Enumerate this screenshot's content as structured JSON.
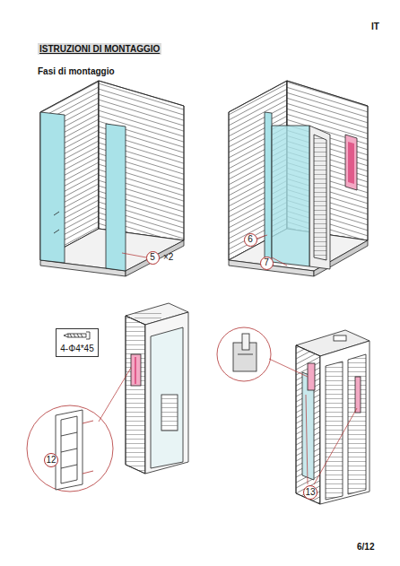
{
  "diagram": {
    "title": "ISTRUZIONI DI MONTAGGIO",
    "nodes": [
      {
        "text": [
          "5"
        ]
      },
      {
        "text": [
          "6"
        ]
      },
      {
        "text": [
          "7"
        ]
      },
      {
        "text": [
          "4-Φ4*45"
        ]
      },
      {
        "text": [
          "12"
        ]
      },
      {
        "text": [
          "13"
        ]
      }
    ],
    "labels": [
      "IT",
      "Fasi di montaggio",
      "×2",
      "6/12"
    ]
  }
}
